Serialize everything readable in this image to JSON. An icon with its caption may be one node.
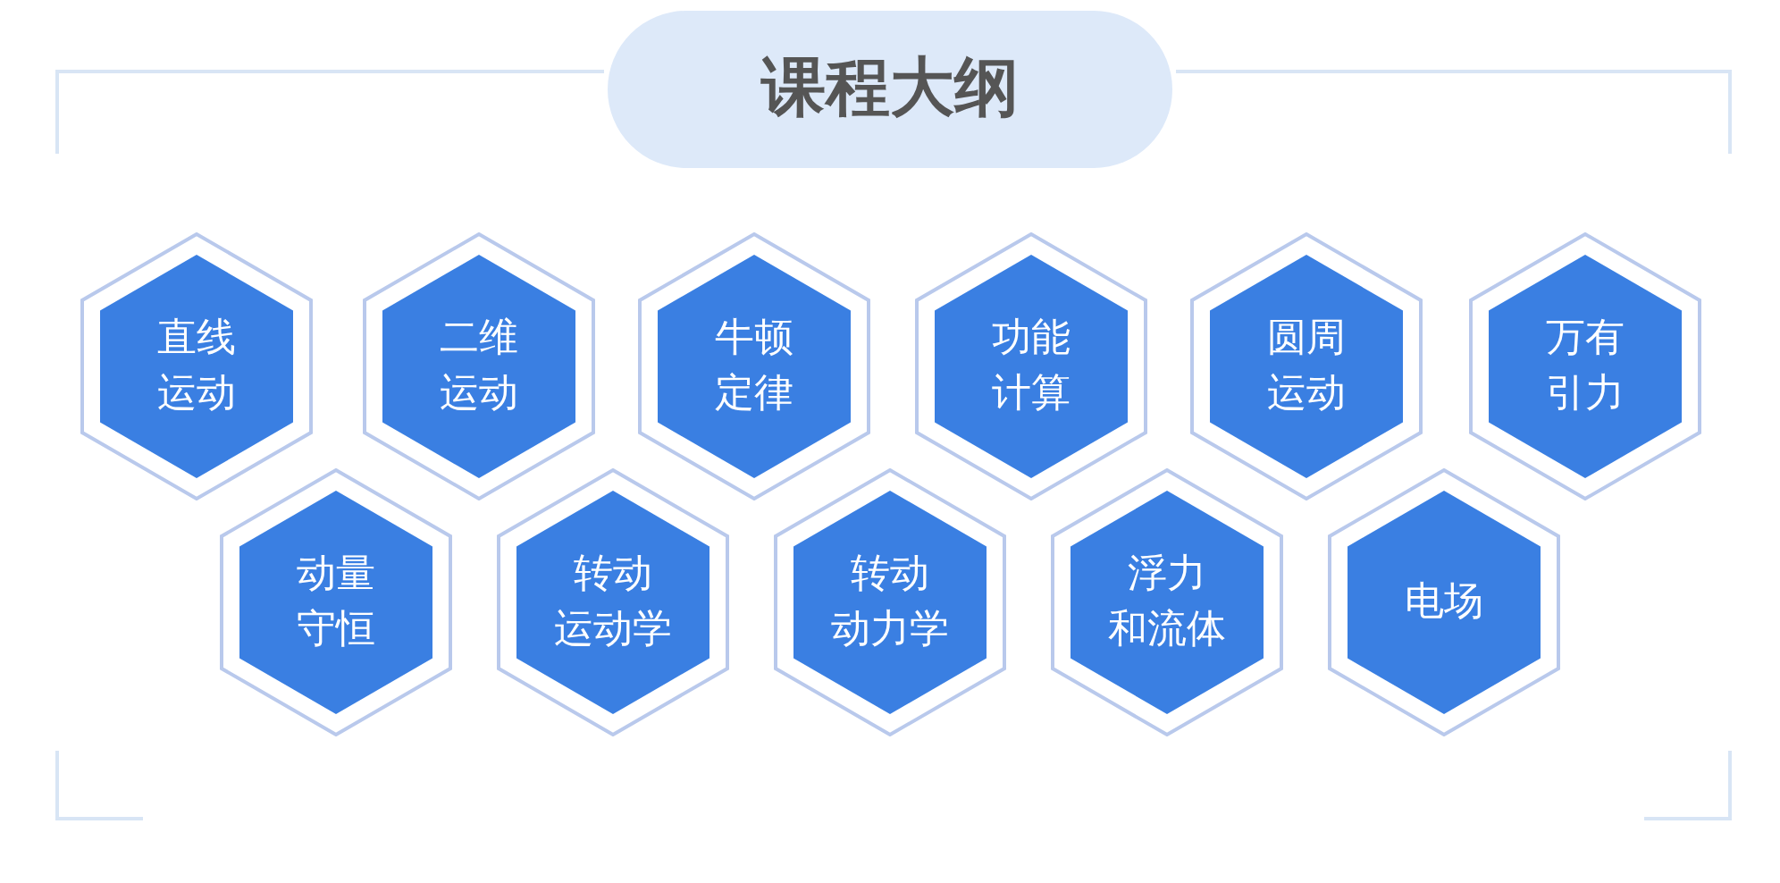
{
  "diagram": {
    "title": "课程大纲",
    "nodes": [
      {
        "text": [
          "直线运动"
        ]
      },
      {
        "text": [
          "二维运动"
        ]
      },
      {
        "text": [
          "牛顿定律"
        ]
      },
      {
        "text": [
          "功能计算"
        ]
      },
      {
        "text": [
          "圆周运动"
        ]
      },
      {
        "text": [
          "万有引力"
        ]
      },
      {
        "text": [
          "动量守恒"
        ]
      },
      {
        "text": [
          "转动运动学"
        ]
      },
      {
        "text": [
          "转动动力学"
        ]
      },
      {
        "text": [
          "浮力和流体"
        ]
      },
      {
        "text": [
          "电场"
        ]
      }
    ]
  }
}
